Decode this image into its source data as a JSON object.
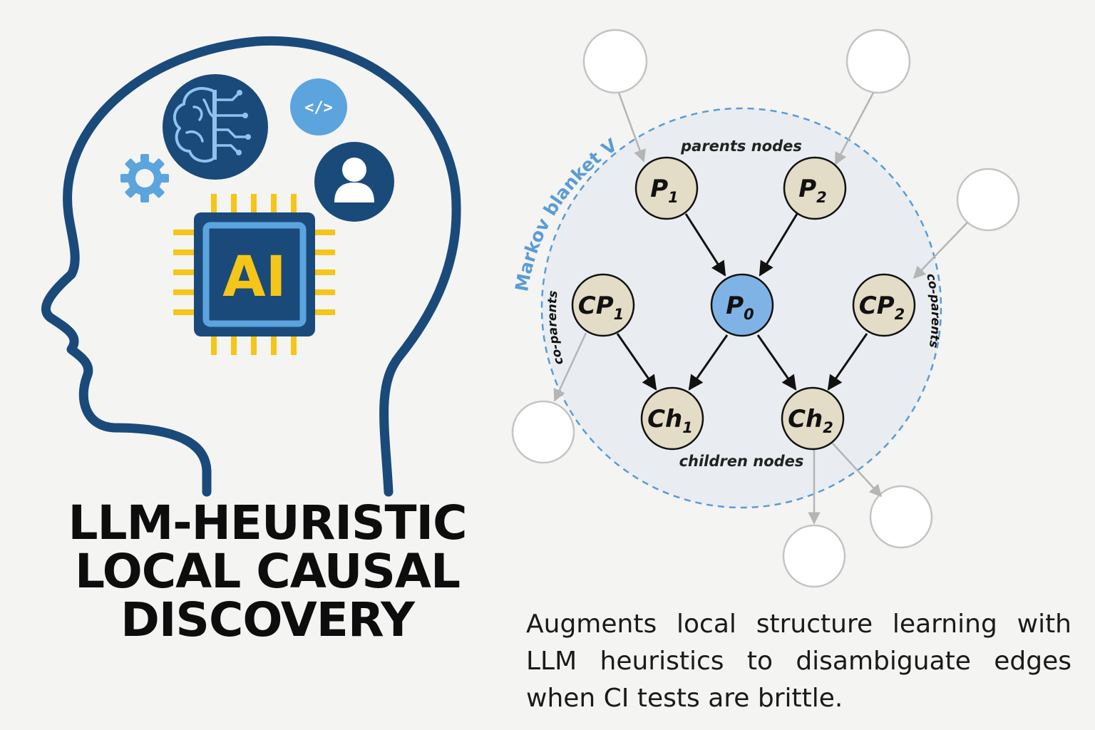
{
  "title": {
    "line1": "LLM-HEURISTIC",
    "line2": "LOCAL CAUSAL",
    "line3": "DISCOVERY"
  },
  "description": "Augments local structure learning with LLM heuristics to disambiguate edges when CI tests are brittle.",
  "icons": {
    "chip_label": "AI",
    "code_label": "</>"
  },
  "diagram": {
    "blanket_label": "Markov blanket V",
    "parents_label": "parents nodes",
    "children_label": "children nodes",
    "left_side_label": "co-parents",
    "right_side_label": "co-parents",
    "nodes": {
      "p1": {
        "main": "P",
        "sub": "1"
      },
      "p2": {
        "main": "P",
        "sub": "2"
      },
      "p0": {
        "main": "P",
        "sub": "0"
      },
      "cp1": {
        "main": "CP",
        "sub": "1"
      },
      "cp2": {
        "main": "CP",
        "sub": "2"
      },
      "ch1": {
        "main": "Ch",
        "sub": "1"
      },
      "ch2": {
        "main": "Ch",
        "sub": "2"
      }
    }
  },
  "colors": {
    "head_outline": "#1a4a7a",
    "accent_blue": "#5ba4de",
    "chip_yellow": "#f5c518",
    "node_fill": "#e3dcc6",
    "target_fill": "#7fb3e6",
    "blanket_dash": "#5b9bd5"
  }
}
